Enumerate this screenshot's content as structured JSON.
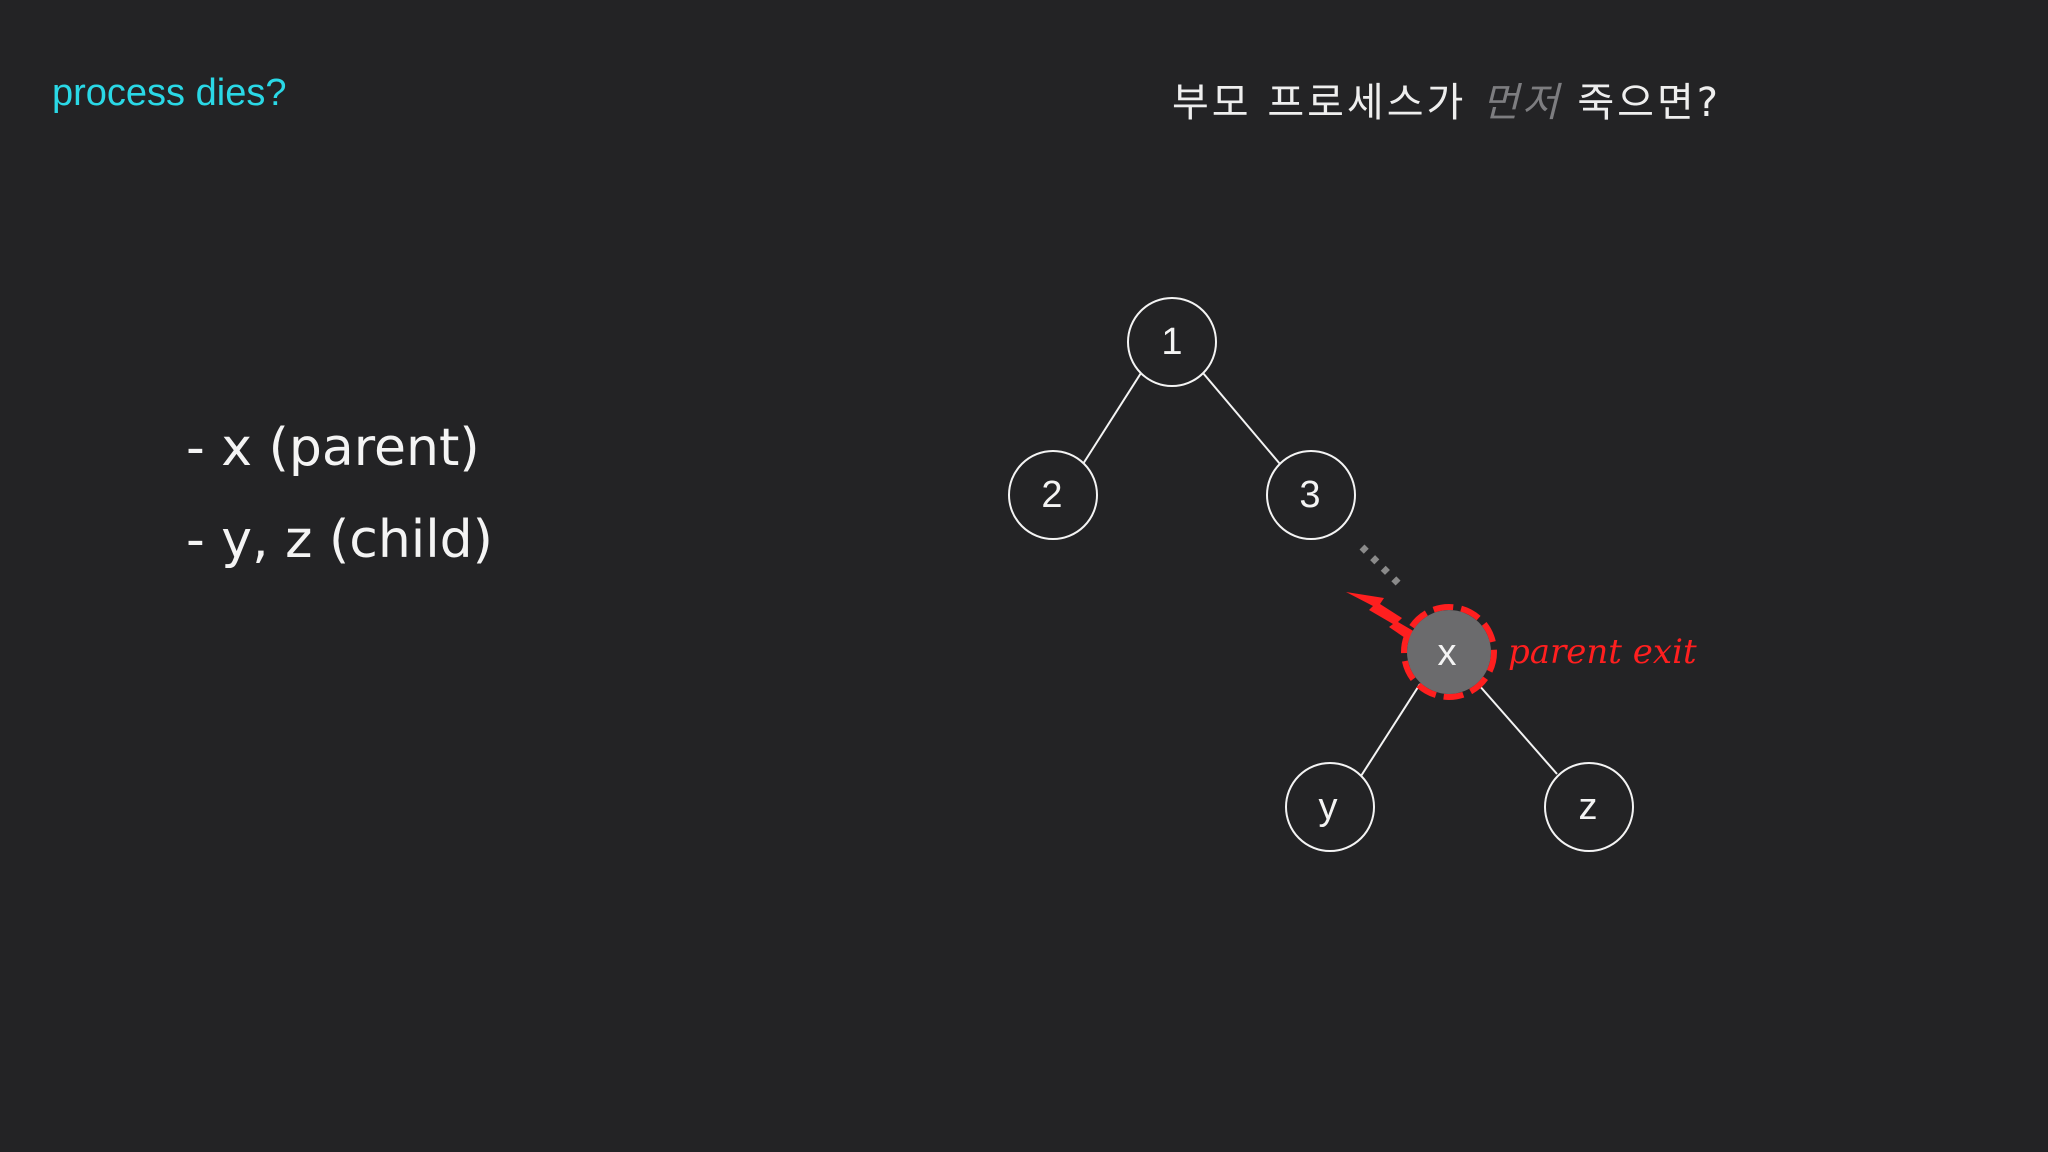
{
  "header": {
    "topic": "process dies?",
    "question_before": "부모 프로세스가 ",
    "question_emphasis": "먼저",
    "question_after": " 죽으면?"
  },
  "bullets": [
    "- x (parent)",
    "- y, z (child)"
  ],
  "tree": {
    "nodes": {
      "n1": "1",
      "n2": "2",
      "n3": "3",
      "nx": "x",
      "ny": "y",
      "nz": "z"
    },
    "exit_label": "parent exit"
  },
  "colors": {
    "background": "#232325",
    "topic": "#2ad8e6",
    "text": "#f4f4f4",
    "emphasis_muted": "#7d7d80",
    "dead_node_fill": "#6b6b6d",
    "kill_red": "#ff1f1f",
    "dotted_link": "#8a8a8a"
  },
  "icons": {
    "lightning": "lightning-bolt-icon"
  }
}
